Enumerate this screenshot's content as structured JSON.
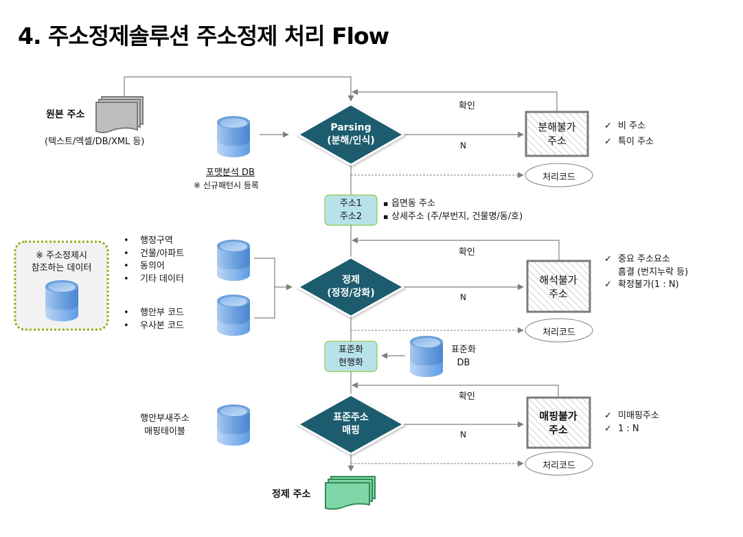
{
  "title": "4. 주소정제솔루션 주소정제 처리 Flow",
  "colors": {
    "diamond": "#1f5c6e",
    "cyan_box": "#b8e2ea",
    "cyan_border": "#8dc63f",
    "db_blue": "#6ea6e0",
    "doc_gray": "#bdbdbd",
    "doc_green": "#7fd6a6",
    "reference_border": "#8db21a",
    "line": "#7f7f7f"
  },
  "source": {
    "label": "원본 주소",
    "sublabel": "(텍스트/엑셀/DB/XML 등)"
  },
  "format_db": {
    "label": "포맷분석 DB",
    "note": "※ 신규패턴시 등록"
  },
  "stages": [
    {
      "diamond": [
        "Parsing",
        "(분해/인식)"
      ],
      "confirm_label": "확인",
      "no_label": "N",
      "fail_box": [
        "분해불가",
        "주소"
      ],
      "fail_notes": [
        "비 주소",
        "특이 주소"
      ],
      "code_label": "처리코드"
    },
    {
      "diamond": [
        "정제",
        "(정정/강화)"
      ],
      "confirm_label": "확인",
      "no_label": "N",
      "fail_box": [
        "해석불가",
        "주소"
      ],
      "fail_notes": [
        "중요 주소요소",
        "흠결 (번지누락 등)",
        "확정불가(1 : N)"
      ],
      "code_label": "처리코드"
    },
    {
      "diamond": [
        "표준주소",
        "매핑"
      ],
      "confirm_label": "확인",
      "no_label": "N",
      "fail_box": [
        "매핑불가",
        "주소"
      ],
      "fail_notes": [
        "미매핑주소",
        "1 : N"
      ],
      "code_label": "처리코드"
    }
  ],
  "address_box": {
    "lines": [
      "주소1",
      "주소2"
    ],
    "notes": [
      "읍면동 주소",
      "상세주소 (주/부번지, 건물명/동/호)"
    ]
  },
  "reference": {
    "title_lines": [
      "※ 주소정제시",
      "참조하는 데이터"
    ]
  },
  "refine_db1_items": [
    "행정구역",
    "건물/아파트",
    "동의어",
    "기타 데이터"
  ],
  "refine_db2_items": [
    "행안부 코드",
    "우사본 코드"
  ],
  "standard_box": {
    "lines": [
      "표준화",
      "현행화"
    ]
  },
  "standard_db": {
    "lines": [
      "표준화",
      "DB"
    ]
  },
  "mapping_db": {
    "lines": [
      "행안부새주소",
      "매핑테이블"
    ]
  },
  "result": {
    "label": "정제 주소"
  }
}
